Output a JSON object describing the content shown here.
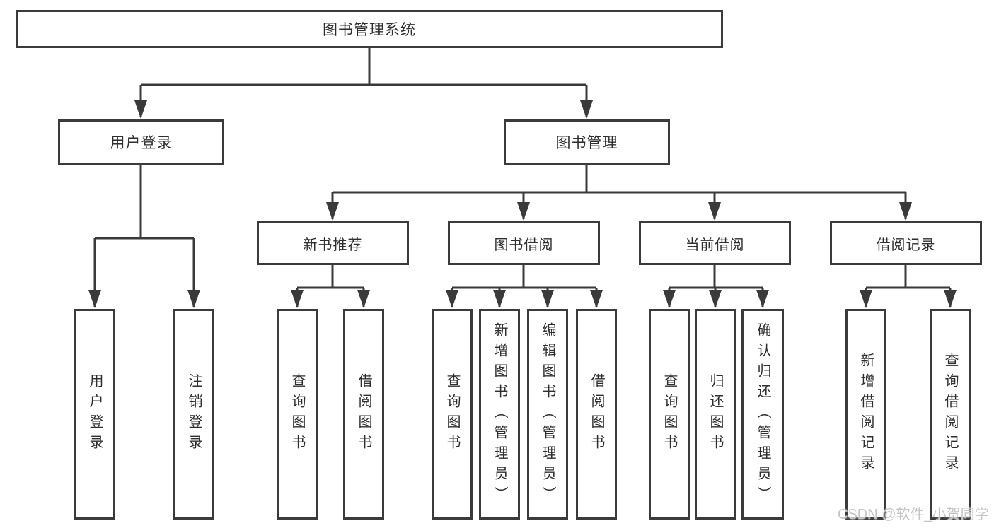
{
  "tree": {
    "label": "图书管理系统",
    "children": [
      {
        "label": "用户登录",
        "children": [
          {
            "label": "用户登录"
          },
          {
            "label": "注销登录"
          }
        ]
      },
      {
        "label": "图书管理",
        "children": [
          {
            "label": "新书推荐",
            "children": [
              {
                "label": "查询图书"
              },
              {
                "label": "借阅图书"
              }
            ]
          },
          {
            "label": "图书借阅",
            "children": [
              {
                "label": "查询图书"
              },
              {
                "label": "新增图书（管理员）"
              },
              {
                "label": "编辑图书（管理员）"
              },
              {
                "label": "借阅图书"
              }
            ]
          },
          {
            "label": "当前借阅",
            "children": [
              {
                "label": "查询图书"
              },
              {
                "label": "归还图书"
              },
              {
                "label": "确认归还（管理员）"
              }
            ]
          },
          {
            "label": "借阅记录",
            "children": [
              {
                "label": "新增借阅记录"
              },
              {
                "label": "查询借阅记录"
              }
            ]
          }
        ]
      }
    ]
  },
  "watermark": {
    "text": "CSDN @软件_小贺同学"
  },
  "colors": {
    "line": "#3a3a3a",
    "border": "#3b3b3b",
    "text": "#2e2e2e",
    "watermark": "#c1c1c1"
  }
}
